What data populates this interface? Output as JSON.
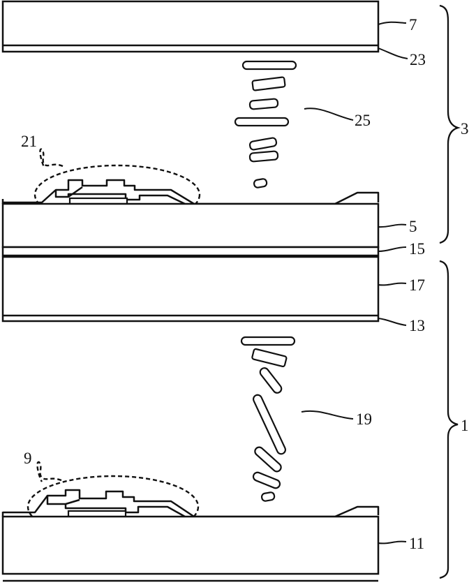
{
  "labels": {
    "l7": "7",
    "l23": "23",
    "l25": "25",
    "l3": "3",
    "l21": "21",
    "l5": "5",
    "l15": "15",
    "l17": "17",
    "l13": "13",
    "l19": "19",
    "l1": "1",
    "l9": "9",
    "l11": "11"
  }
}
